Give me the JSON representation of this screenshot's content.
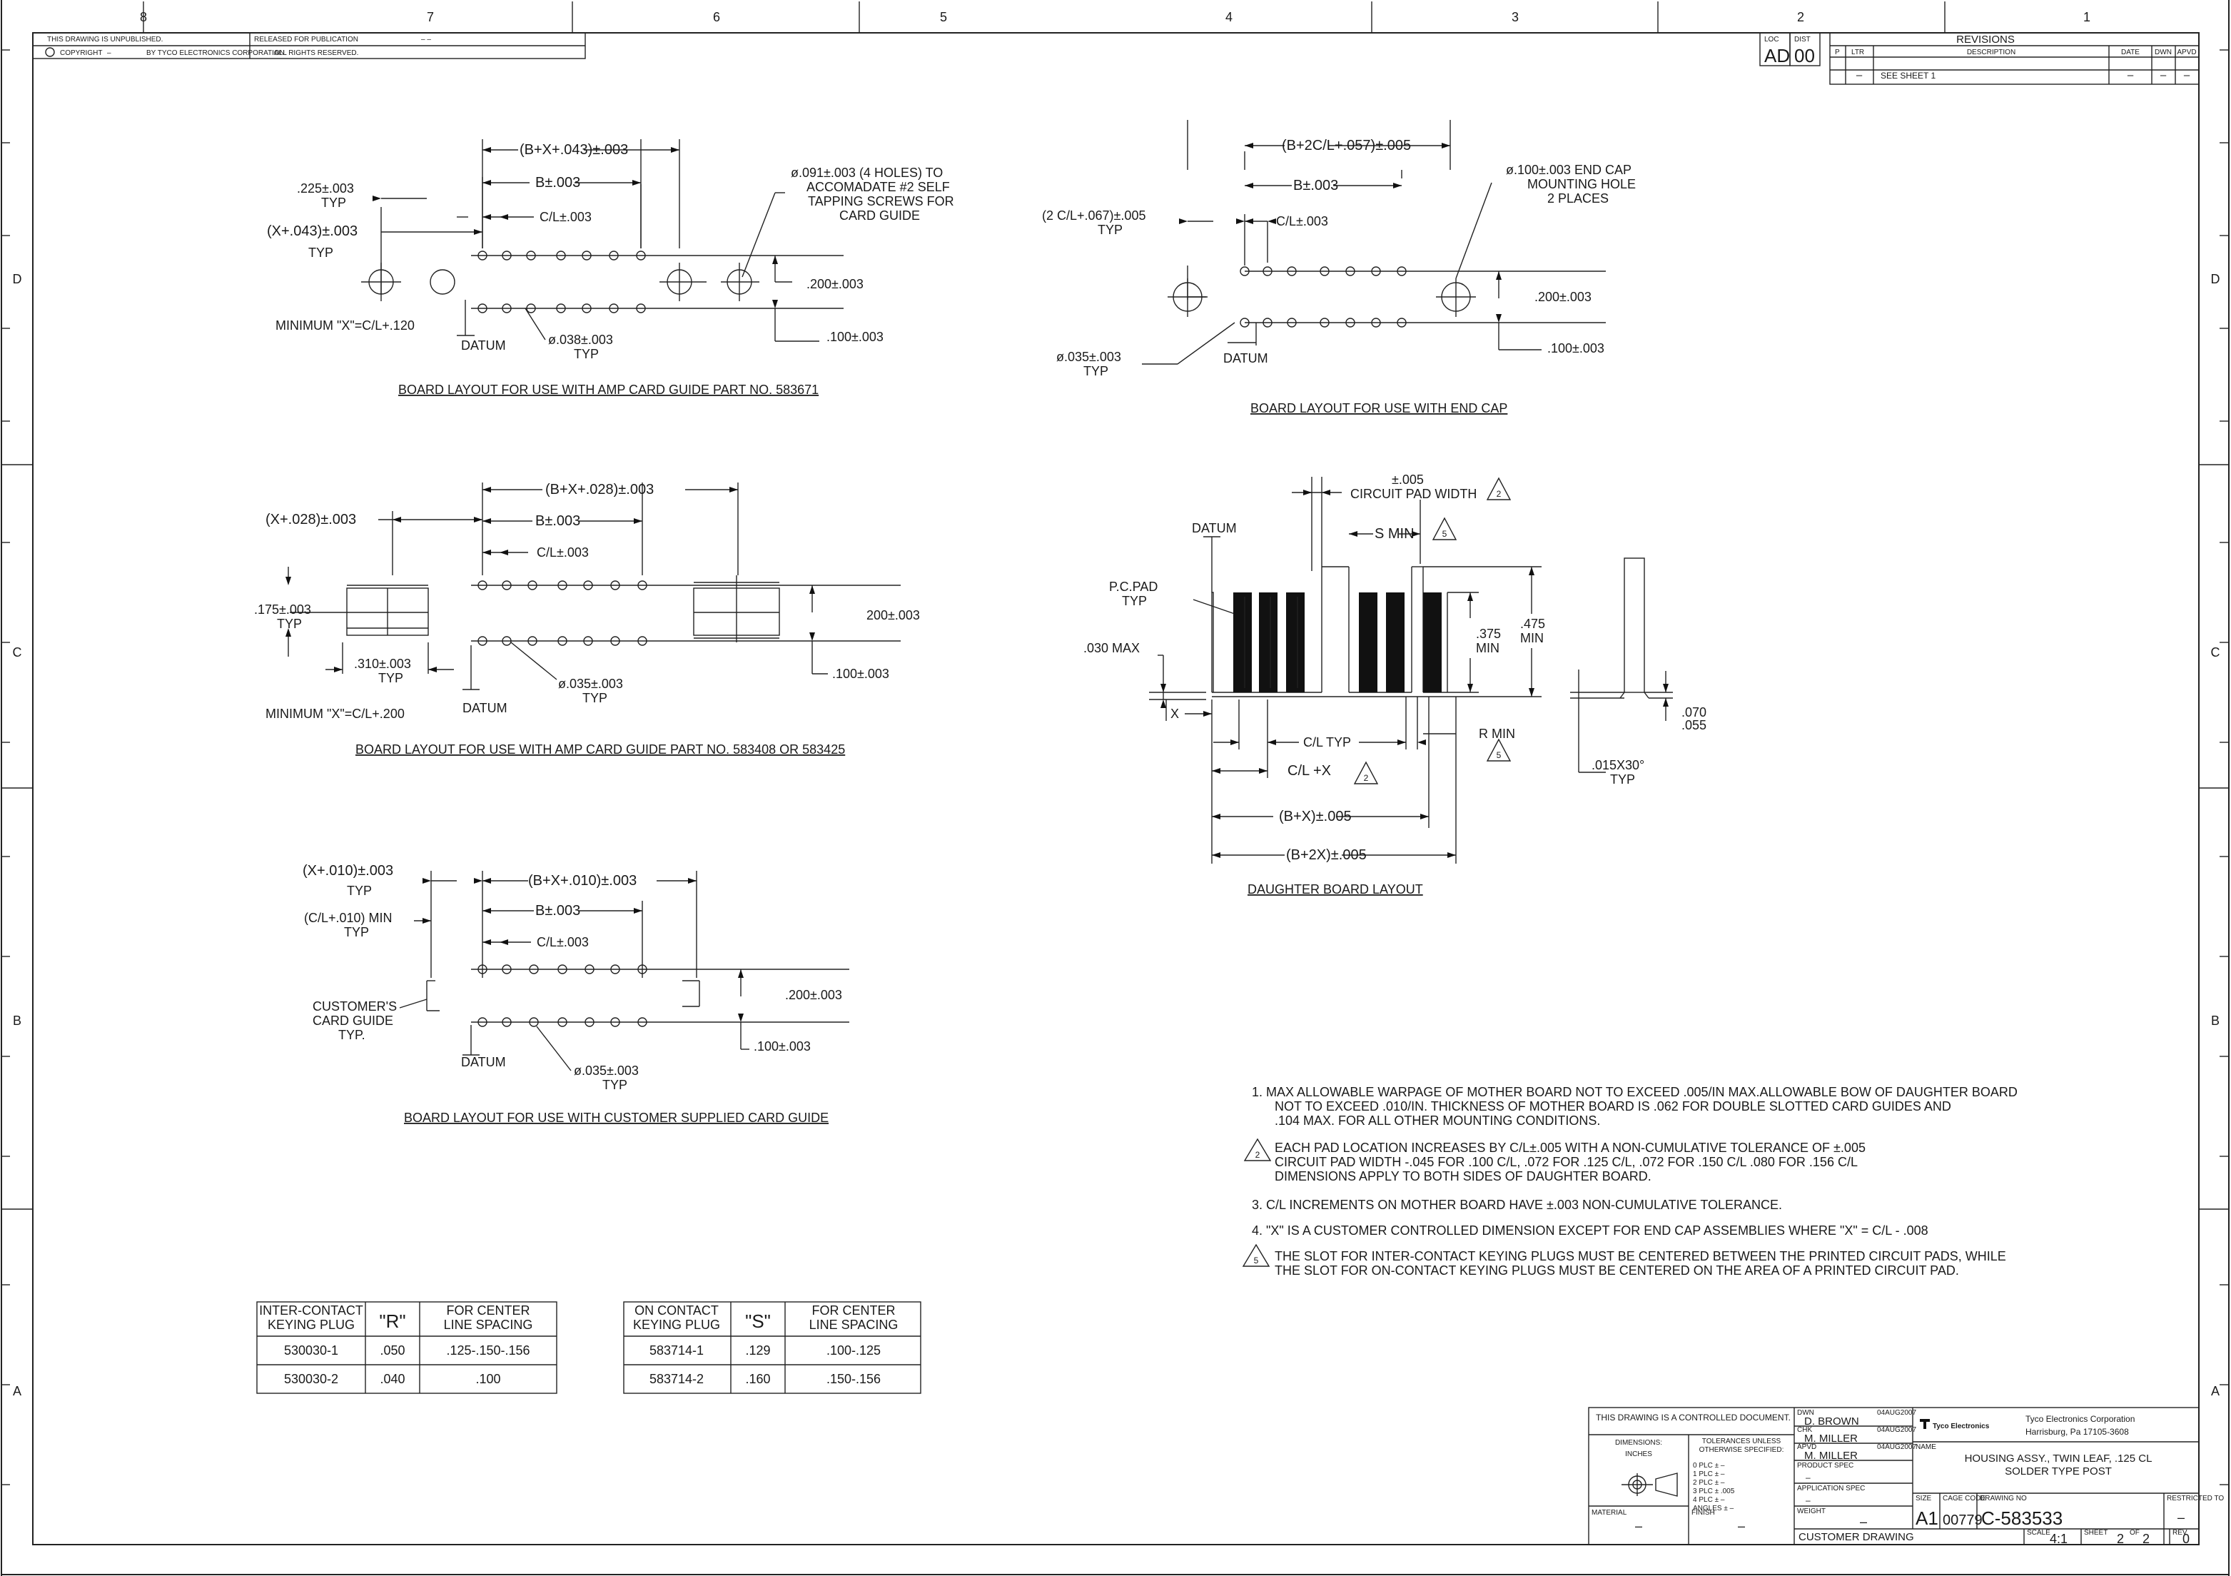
{
  "zones": {
    "columns": [
      "8",
      "7",
      "6",
      "5",
      "4",
      "3",
      "2",
      "1"
    ],
    "rows": [
      "D",
      "C",
      "B",
      "A"
    ]
  },
  "corner": {
    "unpublished": "THIS DRAWING IS UNPUBLISHED.",
    "copyright": "COPYRIGHT",
    "copyright_dash": "–",
    "by": "BY TYCO ELECTRONICS CORPORATION.",
    "released": "RELEASED FOR PUBLICATION",
    "released_value": "– –",
    "rights": "ALL RIGHTS RESERVED."
  },
  "revisions": {
    "loc_label": "LOC",
    "loc": "AD",
    "dist_label": "DIST",
    "dist": "00",
    "title": "REVISIONS",
    "col_p": "P",
    "col_ltr": "LTR",
    "col_desc": "DESCRIPTION",
    "col_date": "DATE",
    "col_dwn": "DWN",
    "col_apvd": "APVD",
    "row_ltr": "–",
    "row_desc": "SEE SHEET 1",
    "row_date": "–",
    "row_dwn": "–",
    "row_apvd": "–"
  },
  "view1": {
    "dim_bx": "(B+X+.043)±.003",
    "dim_b": "B±.003",
    "dim_cl": "C/L±.003",
    "dim_225": ".225±.003",
    "typ1": "TYP",
    "dim_x043": "(X+.043)±.003",
    "typ2": "TYP",
    "hole_note": [
      "ø.091±.003 (4 HOLES) TO",
      "ACCOMADATE #2 SELF",
      "TAPPING SCREWS FOR",
      "CARD GUIDE"
    ],
    "dim_200": ".200±.003",
    "dim_100": ".100±.003",
    "min_x": "MINIMUM \"X\"=C/L+.120",
    "datum": "DATUM",
    "dia": "ø.038±.003",
    "typ3": "TYP",
    "caption": "BOARD LAYOUT FOR USE WITH AMP CARD GUIDE PART NO. 583671"
  },
  "view2": {
    "dim_b2cl": "(B+2C/L+.057)±.005",
    "dim_b": "B±.003",
    "dim_cl": "C/L±.003",
    "dim_2cl": "(2 C/L+.067)±.005",
    "typ1": "TYP",
    "hole_note": [
      "ø.100±.003 END CAP",
      "MOUNTING HOLE",
      "2 PLACES"
    ],
    "dim_200": ".200±.003",
    "dim_100": ".100±.003",
    "dia": "ø.035±.003",
    "typ2": "TYP",
    "datum": "DATUM",
    "caption": "BOARD LAYOUT FOR USE WITH END CAP"
  },
  "view3": {
    "dim_x028": "(X+.028)±.003",
    "dim_bx": "(B+X+.028)±.003",
    "dim_b": "B±.003",
    "dim_cl": "C/L±.003",
    "dim_175": ".175±.003",
    "typ1": "TYP",
    "dim_310": ".310±.003",
    "typ2": "TYP",
    "dim_200": "200±.003",
    "dim_100": ".100±.003",
    "dia": "ø.035±.003",
    "typ3": "TYP",
    "datum": "DATUM",
    "min_x": "MINIMUM \"X\"=C/L+.200",
    "caption": "BOARD LAYOUT FOR USE WITH AMP CARD GUIDE PART NO. 583408 OR 583425"
  },
  "view4": {
    "dim_005": "±.005",
    "pad_width": "CIRCUIT PAD WIDTH",
    "tri2": "2",
    "datum": "DATUM",
    "s_min": "S MIN",
    "tri5a": "5",
    "pcpad": "P.C.PAD",
    "typ1": "TYP",
    "dim_030": ".030 MAX",
    "dim_375": ".375",
    "min1": "MIN",
    "dim_475": ".475",
    "min2": "MIN",
    "x": "X",
    "cl_typ": "C/L TYP",
    "r_min": "R MIN",
    "tri5b": "5",
    "cl_x": "C/L +X",
    "tri2b": "2",
    "dim_bx": "(B+X)±.005",
    "dim_b2x": "(B+2X)±.005",
    "dim_070": ".070",
    "dim_055": ".055",
    "dim_015": ".015X30°",
    "typ2": "TYP",
    "caption": "DAUGHTER BOARD LAYOUT"
  },
  "view5": {
    "dim_x010": "(X+.010)±.003",
    "typ1": "TYP",
    "dim_bx": "(B+X+.010)±.003",
    "dim_b": "B±.003",
    "dim_cl010": "(C/L+.010) MIN",
    "typ2": "TYP",
    "dim_cl": "C/L±.003",
    "guide": [
      "CUSTOMER'S",
      "CARD GUIDE",
      "TYP."
    ],
    "dim_200": ".200±.003",
    "dim_100": ".100±.003",
    "datum": "DATUM",
    "dia": "ø.035±.003",
    "typ3": "TYP",
    "caption": "BOARD LAYOUT FOR USE WITH CUSTOMER SUPPLIED CARD GUIDE"
  },
  "notes": {
    "n1": [
      "1.  MAX ALLOWABLE WARPAGE OF MOTHER BOARD NOT TO EXCEED .005/IN MAX.ALLOWABLE BOW OF DAUGHTER BOARD",
      "NOT TO EXCEED .010/IN. THICKNESS OF MOTHER BOARD IS .062 FOR DOUBLE SLOTTED CARD GUIDES AND",
      ".104 MAX. FOR ALL OTHER MOUNTING CONDITIONS."
    ],
    "n2_num": "2",
    "n2": [
      "EACH PAD LOCATION INCREASES BY C/L±.005 WITH A NON-CUMULATIVE TOLERANCE OF ±.005",
      "CIRCUIT PAD WIDTH -.045 FOR .100 C/L, .072 FOR .125 C/L, .072 FOR .150 C/L .080 FOR .156 C/L",
      "DIMENSIONS APPLY TO BOTH SIDES OF DAUGHTER BOARD."
    ],
    "n3": "3.  C/L INCREMENTS ON MOTHER BOARD HAVE ±.003 NON-CUMULATIVE TOLERANCE.",
    "n4": "4.  \"X\" IS A CUSTOMER CONTROLLED DIMENSION EXCEPT FOR END CAP ASSEMBLIES WHERE \"X\" = C/L - .008",
    "n5_num": "5",
    "n5": [
      "THE SLOT FOR INTER-CONTACT KEYING PLUGS MUST BE CENTERED BETWEEN THE PRINTED CIRCUIT PADS, WHILE",
      "THE SLOT FOR ON-CONTACT KEYING PLUGS MUST BE CENTERED ON THE AREA OF A PRINTED CIRCUIT PAD."
    ]
  },
  "table_r": {
    "headers": [
      [
        "INTER-CONTACT",
        "KEYING PLUG"
      ],
      [
        "\"R\""
      ],
      [
        "FOR CENTER",
        "LINE SPACING"
      ]
    ],
    "rows": [
      [
        "530030-1",
        ".050",
        ".125-.150-.156"
      ],
      [
        "530030-2",
        ".040",
        ".100"
      ]
    ]
  },
  "table_s": {
    "headers": [
      [
        "ON CONTACT",
        "KEYING PLUG"
      ],
      [
        "\"S\""
      ],
      [
        "FOR CENTER",
        "LINE SPACING"
      ]
    ],
    "rows": [
      [
        "583714-1",
        ".129",
        ".100-.125"
      ],
      [
        "583714-2",
        ".160",
        ".150-.156"
      ]
    ]
  },
  "title_block": {
    "controlled": "THIS DRAWING IS A CONTROLLED DOCUMENT.",
    "dimensions": "DIMENSIONS:",
    "inches": "INCHES",
    "tolerances": "TOLERANCES UNLESS",
    "otherwise": "OTHERWISE SPECIFIED:",
    "tol_lines": [
      "0 PLC   ±  –",
      "1 PLC   ±  –",
      "2 PLC   ±  –",
      "3 PLC   ±  .005",
      "4 PLC   ±  –",
      "ANGLES    ±  –"
    ],
    "material": "MATERIAL",
    "material_val": "–",
    "finish": "FINISH",
    "finish_val": "–",
    "dwn_label": "DWN",
    "dwn": "D. BROWN",
    "dwn_date": "04AUG2007",
    "chk_label": "CHK",
    "chk": "M. MILLER",
    "chk_date": "04AUG2007",
    "apvd_label": "APVD",
    "apvd": "M. MILLER",
    "apvd_date": "04AUG2007",
    "product_spec": "PRODUCT SPEC",
    "product_val": "–",
    "application_spec": "APPLICATION SPEC",
    "application_val": "–",
    "weight": "WEIGHT",
    "weight_val": "–",
    "logo": "Tyco Electronics",
    "company": "Tyco Electronics Corporation",
    "city": "Harrisburg, Pa  17105-3608",
    "name_label": "NAME",
    "name1": "HOUSING ASSY., TWIN LEAF,  .125 CL",
    "name2": "SOLDER TYPE POST",
    "size_label": "SIZE",
    "size": "A1",
    "cage_label": "CAGE CODE",
    "cage": "00779",
    "dwg_label": "DRAWING NO",
    "dwg": "C-583533",
    "restricted": "RESTRICTED TO",
    "restricted_val": "–",
    "customer": "CUSTOMER DRAWING",
    "scale_label": "SCALE",
    "scale": "4:1",
    "sheet_label": "SHEET",
    "sheet": "2",
    "of_label": "OF",
    "of": "2",
    "rev_label": "REV",
    "rev": "0"
  }
}
